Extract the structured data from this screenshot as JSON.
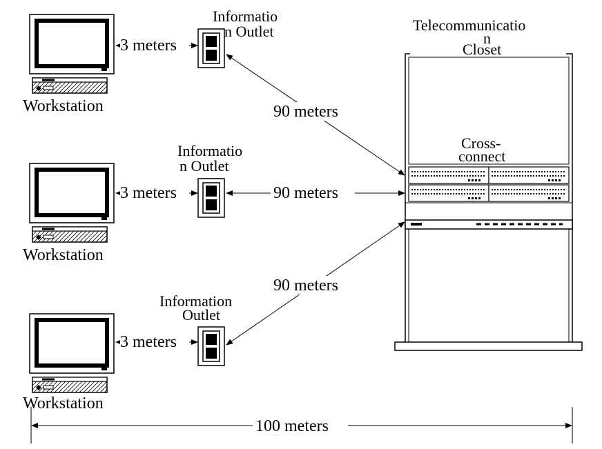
{
  "workstations": [
    {
      "label": "Workstation",
      "distance": "3 meters",
      "outlet_label_line1": "Informatio",
      "outlet_label_line2": "n Outlet"
    },
    {
      "label": "Workstation",
      "distance": "3 meters",
      "outlet_label_line1": "Informatio",
      "outlet_label_line2": "n Outlet"
    },
    {
      "label": "Workstation",
      "distance": "3 meters",
      "outlet_label_line1": "Information",
      "outlet_label_line2": "Outlet"
    }
  ],
  "links": [
    "90 meters",
    "90 meters",
    "90 meters"
  ],
  "closet": {
    "title_line1": "Telecommunicatio",
    "title_line2": "n",
    "title_line3": "Closet",
    "crossconnect_line1": "Cross-",
    "crossconnect_line2": "connect"
  },
  "total_distance": "100 meters"
}
